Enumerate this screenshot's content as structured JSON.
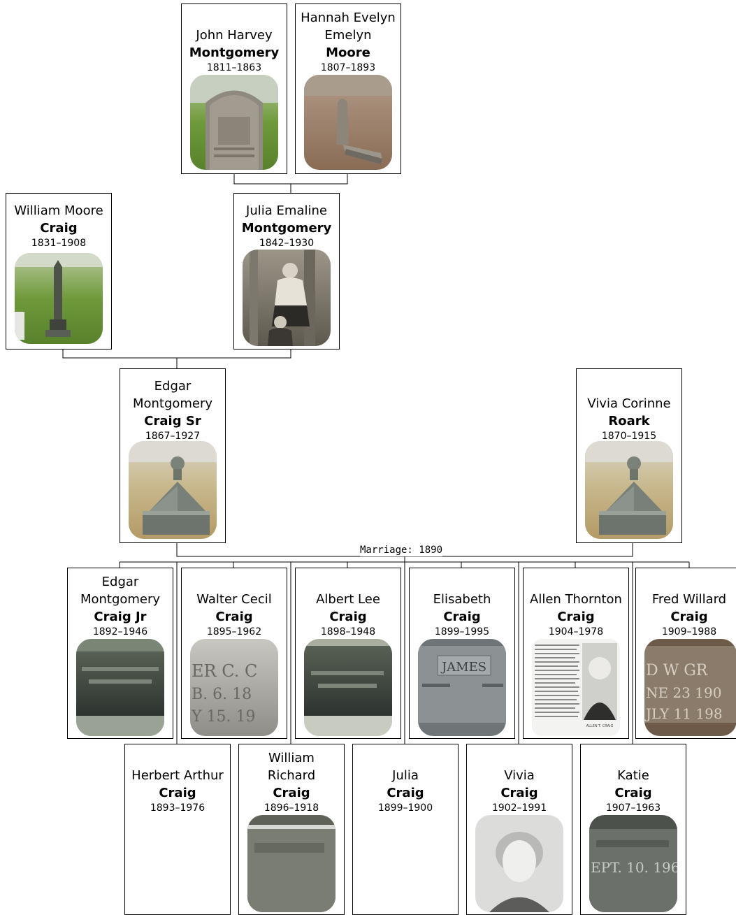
{
  "people": {
    "john": {
      "given": "John Harvey",
      "surname": "Montgomery",
      "years": "1811–1863",
      "photo": "gravestone-photo"
    },
    "hannah": {
      "given": "Hannah Evelyn Emelyn",
      "surname": "Moore",
      "years": "1807–1893",
      "photo": "grave-site-photo"
    },
    "william": {
      "given": "William Moore",
      "surname": "Craig",
      "years": "1831–1908",
      "photo": "gravestone-photo"
    },
    "julia_e": {
      "given": "Julia Emaline",
      "surname": "Montgomery",
      "years": "1842–1930",
      "photo": "portrait-photo"
    },
    "edgar_sr": {
      "given": "Edgar Montgomery",
      "surname": "Craig Sr",
      "years": "1867–1927",
      "photo": "gravestone-photo"
    },
    "vivia_c": {
      "given": "Vivia Corinne",
      "surname": "Roark",
      "years": "1870–1915",
      "photo": "gravestone-photo"
    },
    "edgar_jr": {
      "given": "Edgar Montgomery",
      "surname": "Craig Jr",
      "years": "1892–1946",
      "photo": "grave-marker-photo"
    },
    "walter": {
      "given": "Walter Cecil",
      "surname": "Craig",
      "years": "1895–1962",
      "photo": "grave-marker-photo"
    },
    "albert": {
      "given": "Albert Lee",
      "surname": "Craig",
      "years": "1898–1948",
      "photo": "grave-marker-photo"
    },
    "elisabeth": {
      "given": "Elisabeth",
      "surname": "Craig",
      "years": "1899–1995",
      "photo": "grave-marker-photo"
    },
    "allen": {
      "given": "Allen Thornton",
      "surname": "Craig",
      "years": "1904–1978",
      "photo": "newspaper-obituary-photo"
    },
    "fred": {
      "given": "Fred Willard",
      "surname": "Craig",
      "years": "1909–1988",
      "photo": "grave-marker-photo"
    },
    "herbert": {
      "given": "Herbert Arthur",
      "surname": "Craig",
      "years": "1893–1976"
    },
    "william_r": {
      "given": "William Richard",
      "surname": "Craig",
      "years": "1896–1918",
      "photo": "grave-marker-photo"
    },
    "julia": {
      "given": "Julia",
      "surname": "Craig",
      "years": "1899–1900"
    },
    "vivia": {
      "given": "Vivia",
      "surname": "Craig",
      "years": "1902–1991",
      "photo": "portrait-photo"
    },
    "katie": {
      "given": "Katie",
      "surname": "Craig",
      "years": "1907–1963",
      "photo": "grave-marker-photo"
    }
  },
  "marriage_label": "Marriage: 1890",
  "photo_texts": {
    "elisabeth": "JAMES",
    "allen_caption": "ALLEN T. CRAIG",
    "walter_l1": "ER  C.  C",
    "walter_l2": "B.   6.    18",
    "walter_l3": "Y   15.   19",
    "fred_l1": "D  W  GR",
    "fred_l2": "NE  23  190",
    "fred_l3": "JLY  11  198",
    "katie": "EPT. 10. 196"
  }
}
